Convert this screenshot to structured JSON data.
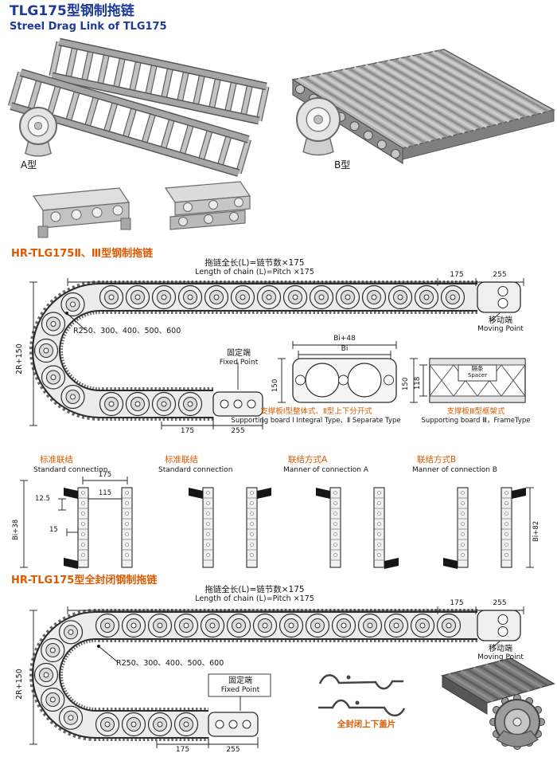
{
  "colors": {
    "title_blue": "#1c3a9c",
    "heading_orange": "#dd5a00"
  },
  "header": {
    "title_cn": "TLG175型钢制拖链",
    "title_en": "Streel Drag Link of TLG175"
  },
  "photos": {
    "label_a": "A型",
    "label_b": "B型"
  },
  "section1": {
    "heading": "HR-TLG175Ⅱ、Ⅲ型钢制拖链",
    "chain": {
      "length_cn": "拖链全长(L)=链节数×175",
      "length_en": "Length of chain (L)=Pitch ×175",
      "top_dim_175": "175",
      "top_dim_255": "255",
      "moving_cn": "移动端",
      "moving_en": "Moving Point",
      "radius_note": "R250、300、400、500、600",
      "height_dim": "2R+150",
      "fixed_cn": "固定端",
      "fixed_en": "Fixed Point",
      "bottom_dim_175": "175",
      "bottom_dim_255": "255"
    },
    "board12": {
      "dim_bi48": "Bi+48",
      "dim_bi": "Bi",
      "dim_150": "150",
      "caption_cn": "支撑板Ⅰ型整体式、Ⅱ型上下分开式",
      "caption_en": "Supporting board Ⅰ Integral Type、Ⅱ Separate Type"
    },
    "board3": {
      "dim_150": "150",
      "dim_118": "118",
      "spacer_cn": "隔条",
      "spacer_en": "Spacer",
      "caption_cn": "支撑板Ⅲ型框架式",
      "caption_en": "Supporting board Ⅲ，FrameType"
    }
  },
  "connections": [
    {
      "cn": "标准联结",
      "en": "Standard connection",
      "dim_175": "175",
      "dim_115": "115",
      "dim_15": "15",
      "dim_125": "12.5",
      "dim_bi38": "Bi+38"
    },
    {
      "cn": "标准联结",
      "en": "Standard connection"
    },
    {
      "cn": "联结方式A",
      "en": "Manner of connection A"
    },
    {
      "cn": "联结方式B",
      "en": "Manner of connection B",
      "dim_bi82": "Bi+82"
    }
  ],
  "section2": {
    "heading": "HR-TLG175型全封闭钢制拖链",
    "chain": {
      "length_cn": "拖链全长(L)=链节数×175",
      "length_en": "Length of chain (L)=Pitch ×175",
      "top_dim_175": "175",
      "top_dim_255": "255",
      "moving_cn": "移动端",
      "moving_en": "Moving Point",
      "radius_note": "R250、300、400、500、600",
      "height_dim": "2R+150",
      "fixed_cn": "固定端",
      "fixed_en": "Fixed Point",
      "bottom_dim_175": "175",
      "bottom_dim_255": "255"
    },
    "cover_caption": "全封闭上下盖片"
  }
}
